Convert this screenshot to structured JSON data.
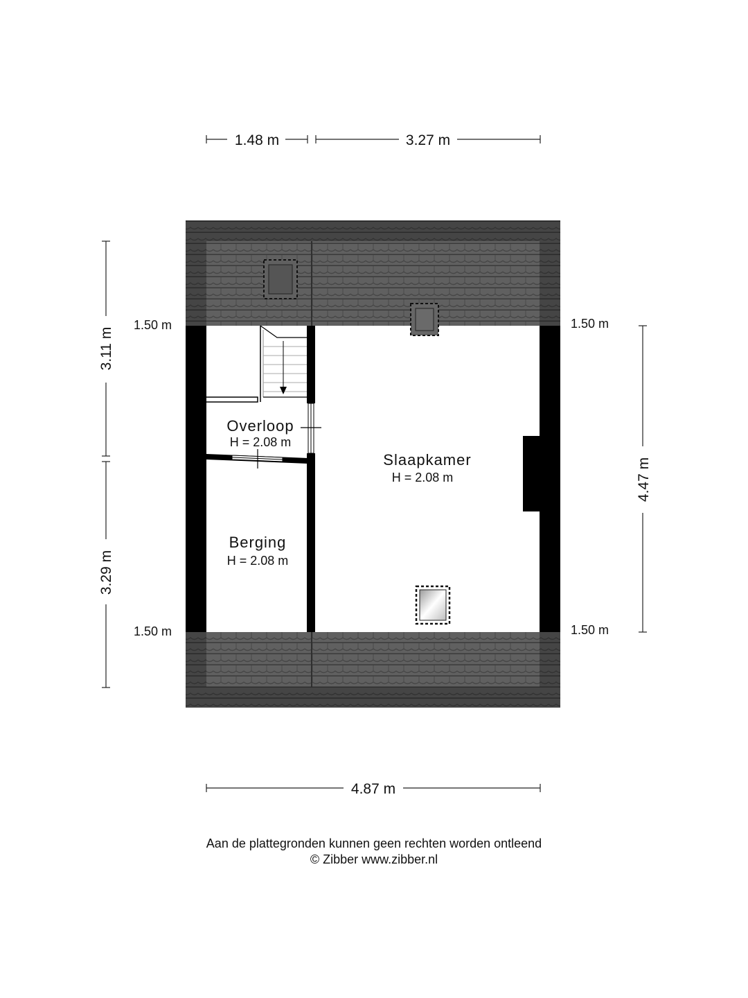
{
  "dimensions": {
    "top_left": "1.48 m",
    "top_right": "3.27 m",
    "bottom": "4.87 m",
    "left_upper": "3.11 m",
    "left_lower": "3.29 m",
    "right": "4.47 m",
    "height_left_top": "1.50 m",
    "height_left_bottom": "1.50 m",
    "height_right_top": "1.50 m",
    "height_right_bottom": "1.50 m"
  },
  "rooms": {
    "overloop": {
      "name": "Overloop",
      "height": "H = 2.08 m"
    },
    "slaapkamer": {
      "name": "Slaapkamer",
      "height": "H = 2.08 m"
    },
    "berging": {
      "name": "Berging",
      "height": "H = 2.08 m"
    }
  },
  "footer": {
    "disclaimer": "Aan de plattegronden kunnen geen rechten worden ontleend",
    "credit": "© Zibber www.zibber.nl"
  },
  "colors": {
    "roof": "#5e5e5e",
    "wall": "#000000",
    "floor": "#ffffff"
  }
}
